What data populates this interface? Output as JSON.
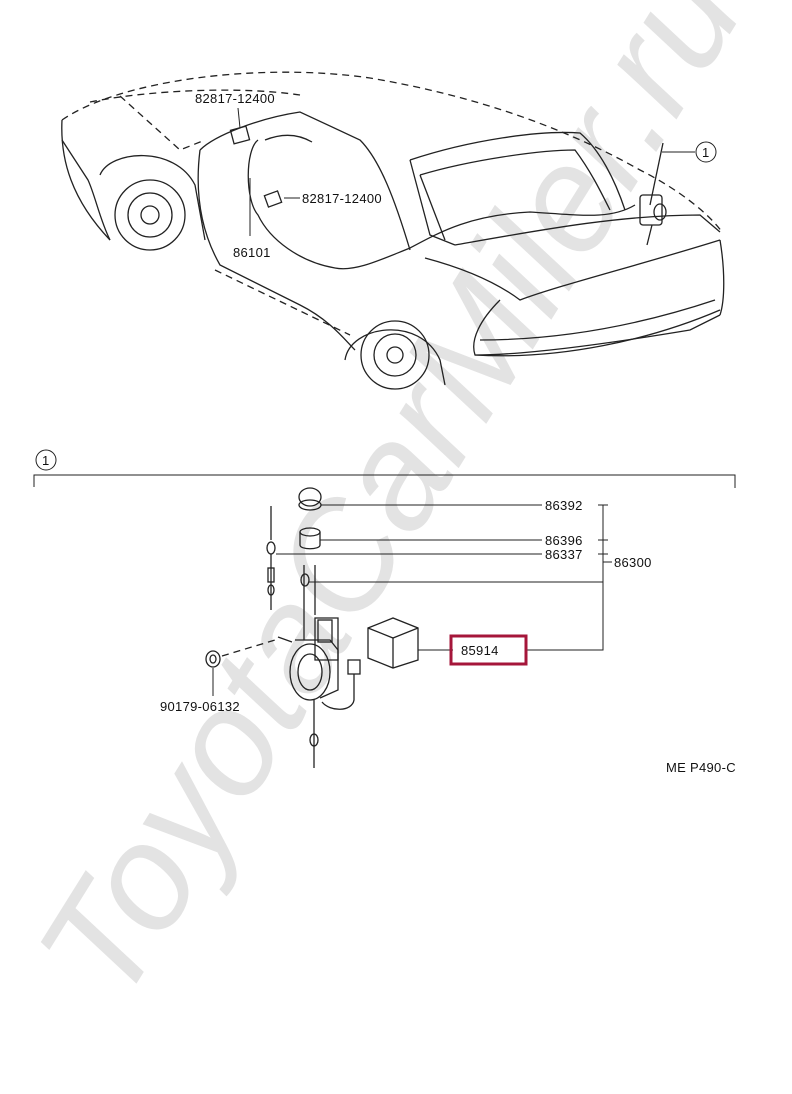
{
  "watermark": "ToyotaCarMiler.ru",
  "car_view": {
    "callout": "1",
    "labels": {
      "clip_upper": "82817-12400",
      "clip_lower": "82817-12400",
      "cable": "86101"
    }
  },
  "detail_view": {
    "callout": "1",
    "labels": {
      "cap": "86392",
      "nut": "86396",
      "rod": "86337",
      "assembly": "86300",
      "relay": "85914",
      "grommet": "90179-06132"
    },
    "highlight_color": "#a5163a"
  },
  "reference_code": "ME P490-C"
}
